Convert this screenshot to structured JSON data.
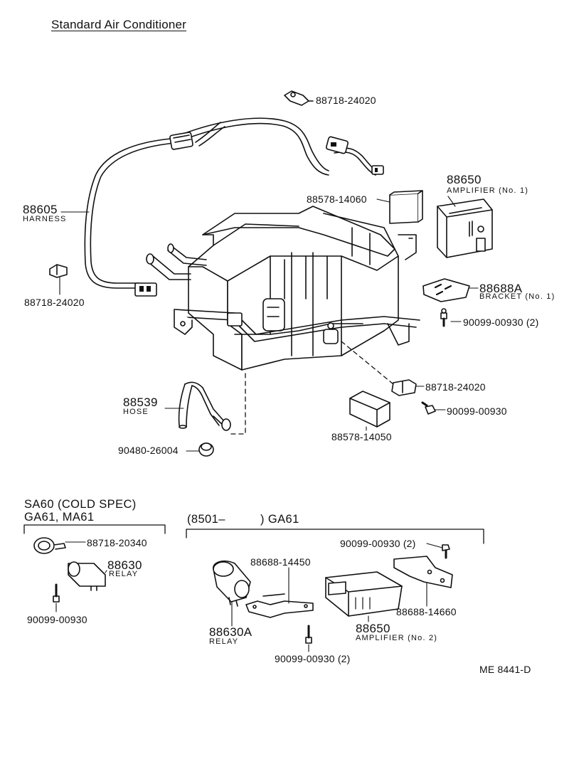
{
  "title": "Standard Air Conditioner",
  "labels": {
    "p_88718_24020_top": "88718-24020",
    "p_88605": "88605",
    "harness": "HARNESS",
    "p_88718_24020_left": "88718-24020",
    "p_88578_14060": "88578-14060",
    "p_88650_a": "88650",
    "amplifier_no1": "AMPLIFIER (No. 1)",
    "p_88688a": "88688A",
    "bracket_no1": "BRACKET (No. 1)",
    "p_90099_00930_2_a": "90099-00930 (2)",
    "p_88718_24020_right": "88718-24020",
    "p_90099_00930_a": "90099-00930",
    "p_88578_14050": "88578-14050",
    "p_88539": "88539",
    "hose": "HOSE",
    "p_90480_26004": "90480-26004"
  },
  "section_left": {
    "heading_1": "SA60 (COLD SPEC)",
    "heading_2": "GA61, MA61",
    "p_88718_20340": "88718-20340",
    "p_88630": "88630",
    "relay": "RELAY",
    "p_90099_00930": "90099-00930"
  },
  "section_right": {
    "heading_open": "(8501–",
    "heading_model": ") GA61",
    "p_90099_00930_2_top": "90099-00930 (2)",
    "p_88688_14450": "88688-14450",
    "p_88630a": "88630A",
    "relay": "RELAY",
    "p_88650": "88650",
    "amplifier_no2": "AMPLIFIER (No. 2)",
    "p_88688_14660": "88688-14660",
    "p_90099_00930_2_bottom": "90099-00930 (2)"
  },
  "footer_code": "ME  8441-D"
}
